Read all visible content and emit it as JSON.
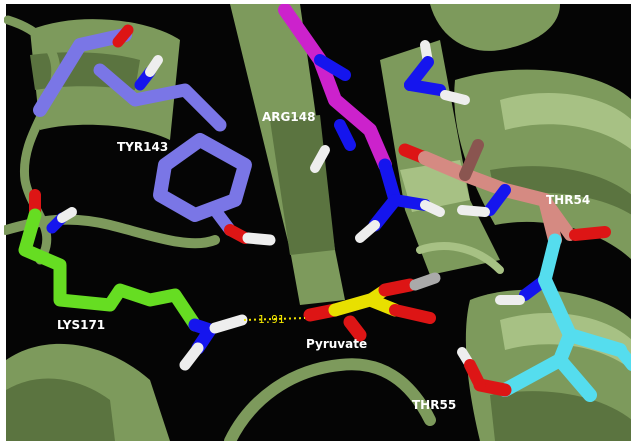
{
  "colors": {
    "background": "#ffffff",
    "scene": "#050505",
    "ribbon": "#7d9a5c",
    "ribbon_light": "#a7c184",
    "ribbon_dark": "#5b7440",
    "tyr143": "#7a76e6",
    "arg148": "#cc22cc",
    "lys171": "#66dd22",
    "thr54": "#d58a82",
    "thr55": "#55ddee",
    "pyruvate": "#e8e000",
    "oxygen": "#dd1515",
    "nitrogen": "#1515ee",
    "hydrogen": "#eeeeee",
    "hbond": "#f2e600"
  },
  "labels": {
    "tyr143": "TYR143",
    "arg148": "ARG148",
    "thr54": "THR54",
    "lys171": "LYS171",
    "pyruvate": "Pyruvate",
    "thr55": "THR55"
  },
  "distance": "1.91"
}
